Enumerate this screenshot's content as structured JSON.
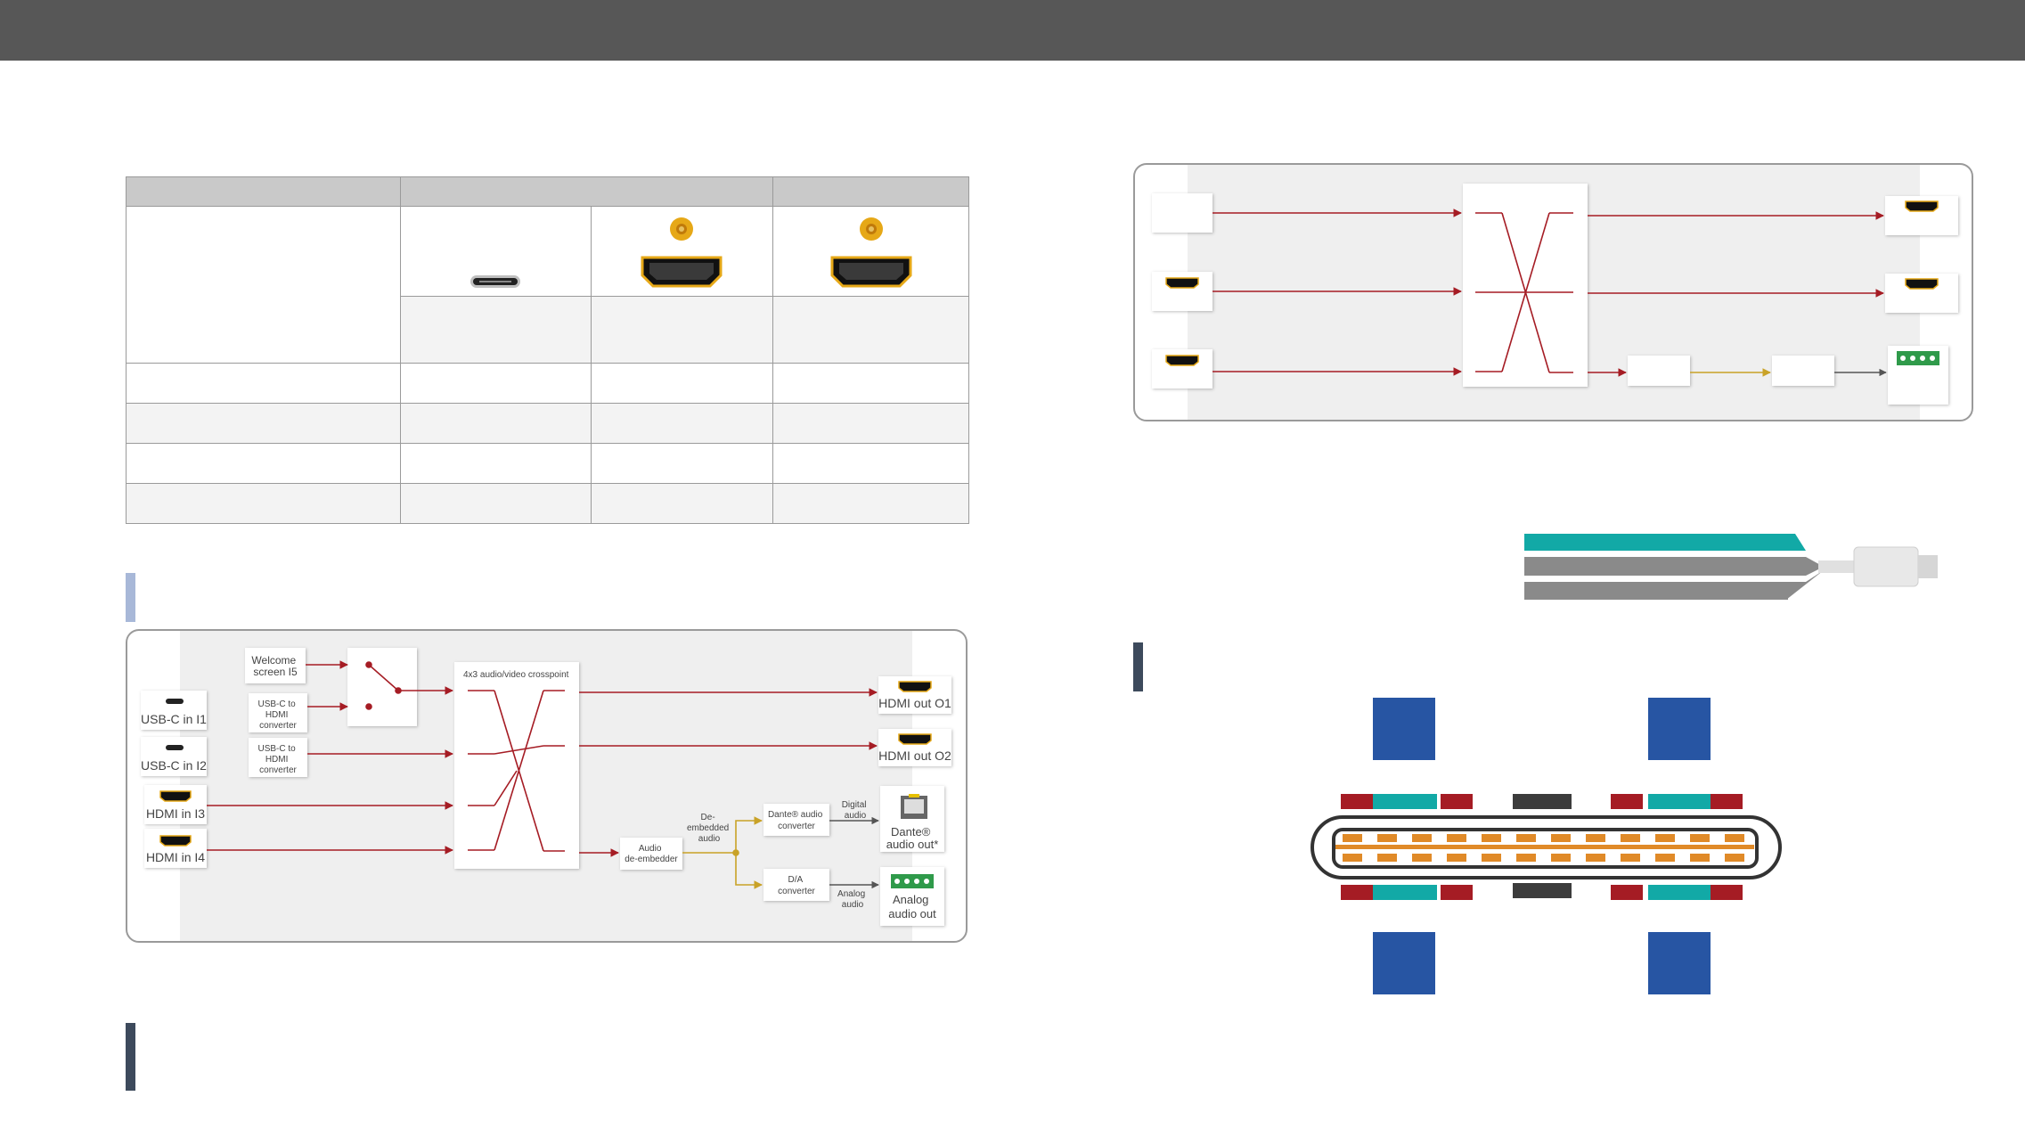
{
  "diagram1": {
    "welcome_screen": [
      "Welcome",
      "screen I5"
    ],
    "usbc_converter_1": [
      "USB-C to",
      "HDMI",
      "converter"
    ],
    "usbc_converter_2": [
      "USB-C to",
      "HDMI",
      "converter"
    ],
    "usbc_in_1": "USB-C in I1",
    "usbc_in_2": "USB-C in I2",
    "hdmi_in_3": "HDMI in I3",
    "hdmi_in_4": "HDMI in I4",
    "crosspoint": "4x3 audio/video crosspoint",
    "hdmi_out_1": "HDMI out O1",
    "hdmi_out_2": "HDMI out O2",
    "audio_deembedder": [
      "Audio",
      "de-embedder"
    ],
    "deembedded_audio": [
      "De-",
      "embedded",
      "audio"
    ],
    "dante_converter": [
      "Dante® audio",
      "converter"
    ],
    "digital_audio": [
      "Digital",
      "audio"
    ],
    "dante_out": [
      "Dante®",
      "audio out*"
    ],
    "da_converter": [
      "D/A",
      "converter"
    ],
    "analog_audio": [
      "Analog",
      "audio"
    ],
    "analog_out": [
      "Analog",
      "audio out"
    ]
  },
  "colors": {
    "top_bar": "#575757",
    "signal_red": "#a51c24",
    "audio_gold": "#c9a227",
    "hdmi_gold": "#e6a817",
    "pin_blue": "#2755a3",
    "pin_teal": "#12a9a6",
    "pin_red": "#a51c24",
    "pin_orange": "#e08a28",
    "pin_dark": "#3c3c3c",
    "section_mark_light": "#a8b8d8",
    "section_mark_dark": "#3d4a5c"
  }
}
